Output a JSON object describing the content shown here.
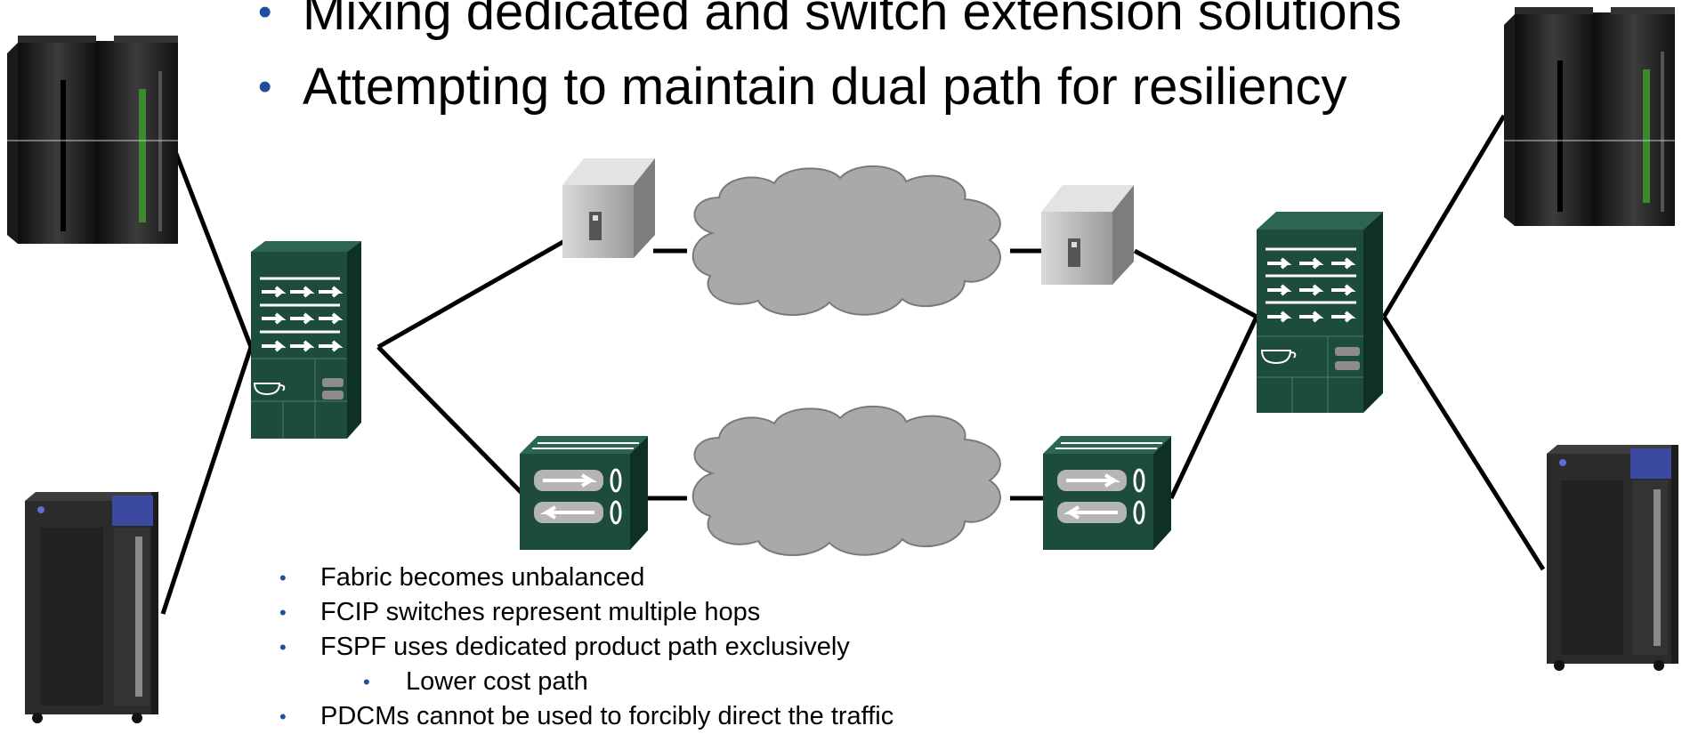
{
  "title_bullets": [
    "Mixing dedicated and switch extension solutions",
    "Attempting to maintain dual path for resiliency"
  ],
  "notes": [
    "Fabric becomes unbalanced",
    "FCIP switches represent multiple hops",
    "FSPF uses dedicated product path exclusively",
    "Lower cost path",
    "PDCMs cannot be used to forcibly direct the traffic"
  ],
  "colors": {
    "director_green": "#1d4c3a",
    "cloud_gray": "#a9a9a9",
    "link_black": "#000000",
    "bullet_blue": "#1f4e9c"
  },
  "icons": {
    "mainframe": "mainframe-server-icon",
    "tape_library": "tape-library-icon",
    "director": "fibre-channel-director-icon",
    "extension_box": "channel-extension-device-icon",
    "fcip_switch": "fcip-switch-icon",
    "network": "wan-cloud-icon"
  }
}
